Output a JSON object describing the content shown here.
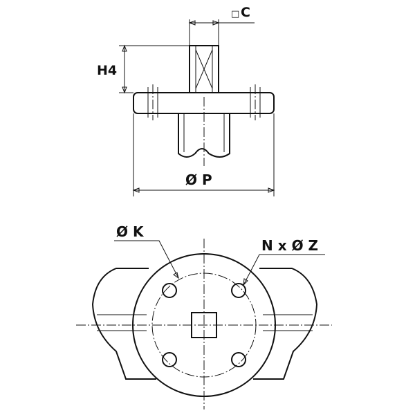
{
  "labels": {
    "square_symbol": "□",
    "square_size": "C",
    "stem_height": "H4",
    "flange_diameter": "Ø P",
    "bolt_circle": "Ø K",
    "holes": "N x Ø Z"
  },
  "colors": {
    "line": "#111111",
    "background": "#ffffff"
  }
}
